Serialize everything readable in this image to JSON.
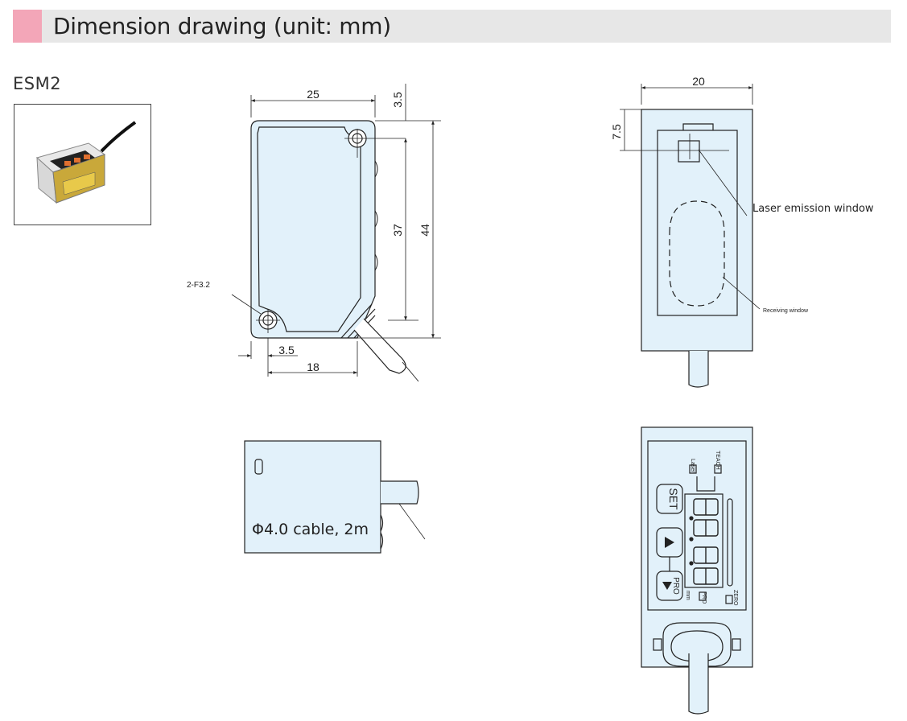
{
  "header": {
    "title": "Dimension drawing (unit: mm)",
    "accent_color": "#f3a6b8",
    "bar_color": "#e7e7e7"
  },
  "model": {
    "name": "ESM2",
    "photo_icon": "sensor-photo"
  },
  "front_view": {
    "dims": {
      "width": "25",
      "hole_offset_top": "3.5",
      "inner_height": "37",
      "total_height": "44",
      "hole_offset_side": "3.5",
      "bottom_width": "18"
    },
    "hole_label": "2-F3.2"
  },
  "side_view": {
    "dims": {
      "width": "20",
      "window_offset": "7.5"
    },
    "laser_label": "Laser emission window",
    "receiving_label": "Receiving window"
  },
  "bottom_view": {
    "cable_label": "Φ4.0 cable, 2m"
  },
  "panel_view": {
    "set_label": "SET",
    "pro_label": "PRO",
    "laser_led": "Laser",
    "teach_led": "TEACH",
    "zero_led": "ZERO",
    "pro_led": "PRO",
    "unit": "mm"
  },
  "colors": {
    "body_fill": "#e2f1fa",
    "line": "#222222"
  }
}
